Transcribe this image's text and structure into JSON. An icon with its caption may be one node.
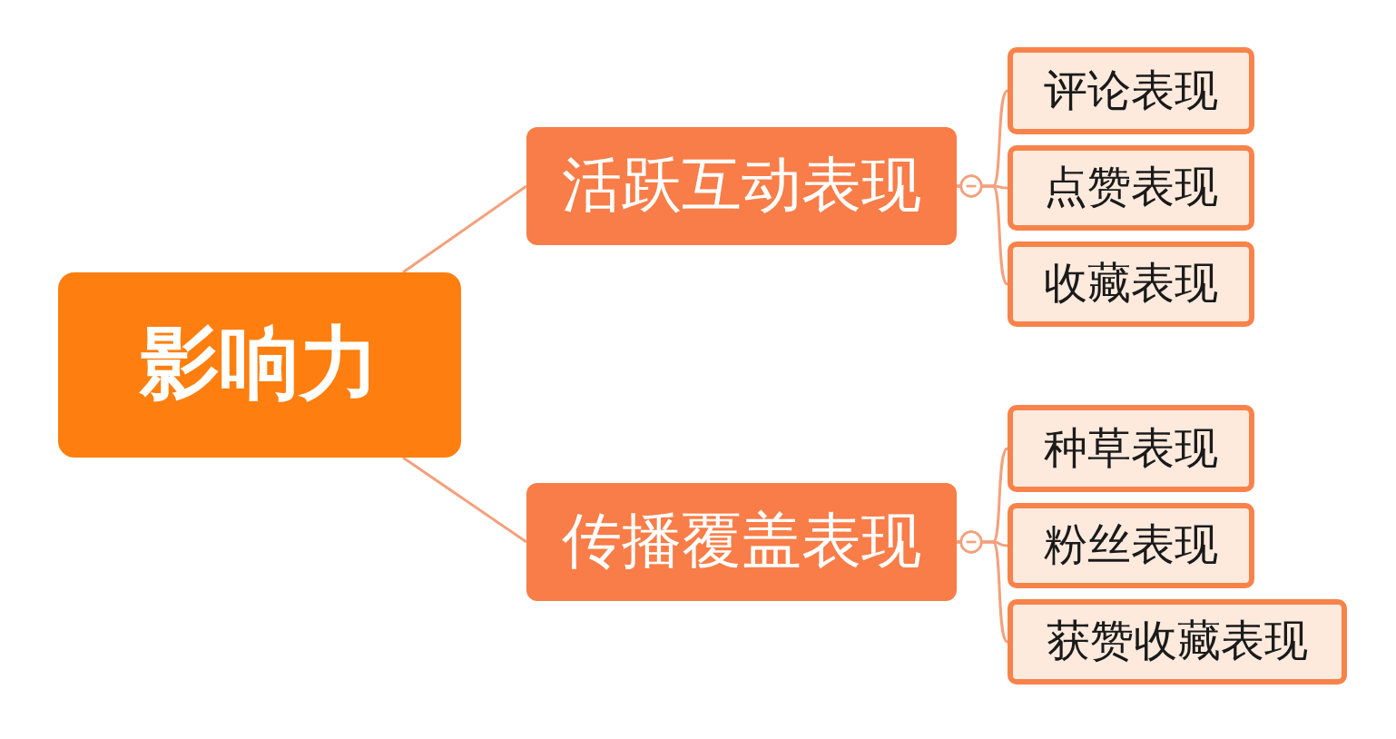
{
  "diagram": {
    "nodes": [
      {
        "text": [
          "影响力"
        ]
      },
      {
        "text": [
          "活跃互动表现"
        ]
      },
      {
        "text": [
          "评论表现"
        ]
      },
      {
        "text": [
          "点赞表现"
        ]
      },
      {
        "text": [
          "收藏表现"
        ]
      },
      {
        "text": [
          "传播覆盖表现"
        ]
      },
      {
        "text": [
          "种草表现"
        ]
      },
      {
        "text": [
          "粉丝表现"
        ]
      },
      {
        "text": [
          "获赞收藏表现"
        ]
      }
    ],
    "edges": [
      {
        "from": 0,
        "to": 1,
        "arrow": "none"
      },
      {
        "from": 1,
        "to": 2,
        "arrow": "other"
      },
      {
        "from": 1,
        "to": 3,
        "arrow": "other"
      },
      {
        "from": 1,
        "to": 4,
        "arrow": "other"
      },
      {
        "from": 0,
        "to": 5,
        "arrow": "none"
      },
      {
        "from": 5,
        "to": 6,
        "arrow": "other"
      },
      {
        "from": 5,
        "to": 7,
        "arrow": "other"
      },
      {
        "from": 5,
        "to": 8,
        "arrow": "other"
      }
    ]
  }
}
